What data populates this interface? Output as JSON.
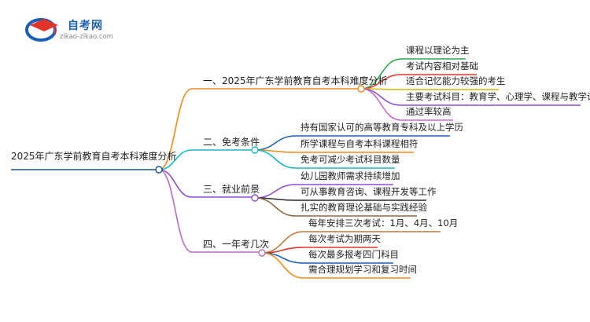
{
  "logo": {
    "title": "自考网",
    "subtitle": "zikao-zikao.com",
    "colors": {
      "blue": "#1a5fb4",
      "red": "#e0352b"
    }
  },
  "root": {
    "label": "2025年广东学前教育自考本科难度分析",
    "color": "#1a4d8f"
  },
  "branches": [
    {
      "label": "一、2025年广东学前教育自考本科难度分析",
      "color": "#f08a1a",
      "leaves": [
        {
          "label": "课程以理论为主",
          "color": "#2fa84f"
        },
        {
          "label": "考试内容相对基础",
          "color": "#e0352b"
        },
        {
          "label": "适合记忆能力较强的考生",
          "color": "#d4b800"
        },
        {
          "label": "主要考试科目：教育学、心理学、课程与教学论",
          "color": "#8a4fcf"
        },
        {
          "label": "通过率较高",
          "color": "#c36bc8"
        }
      ]
    },
    {
      "label": "二、免考条件",
      "color": "#1bb5c9",
      "leaves": [
        {
          "label": "持有国家认可的高等教育专科及以上学历",
          "color": "#1a5fb4"
        },
        {
          "label": "所学课程与自考本科课程相符",
          "color": "#f08a1a"
        },
        {
          "label": "免考可减少考试科目数量",
          "color": "#1bb5c9"
        }
      ]
    },
    {
      "label": "三、就业前景",
      "color": "#8a4fcf",
      "leaves": [
        {
          "label": "幼儿园教师需求持续增加",
          "color": "#8a4fcf"
        },
        {
          "label": "可从事教育咨询、课程开发等工作",
          "color": "#2a2a2a"
        },
        {
          "label": "扎实的教育理论基础与实践经验",
          "color": "#8a6a45"
        }
      ]
    },
    {
      "label": "四、一年考几次",
      "color": "#b86cc8",
      "leaves": [
        {
          "label": "每年安排三次考试：1月、4月、10月",
          "color": "#c07a3a"
        },
        {
          "label": "每次考试为期两天",
          "color": "#e0352b"
        },
        {
          "label": "每次最多报考四门科目",
          "color": "#1a5fb4"
        },
        {
          "label": "需合理规划学习和复习时间",
          "color": "#f08a1a"
        }
      ]
    }
  ]
}
